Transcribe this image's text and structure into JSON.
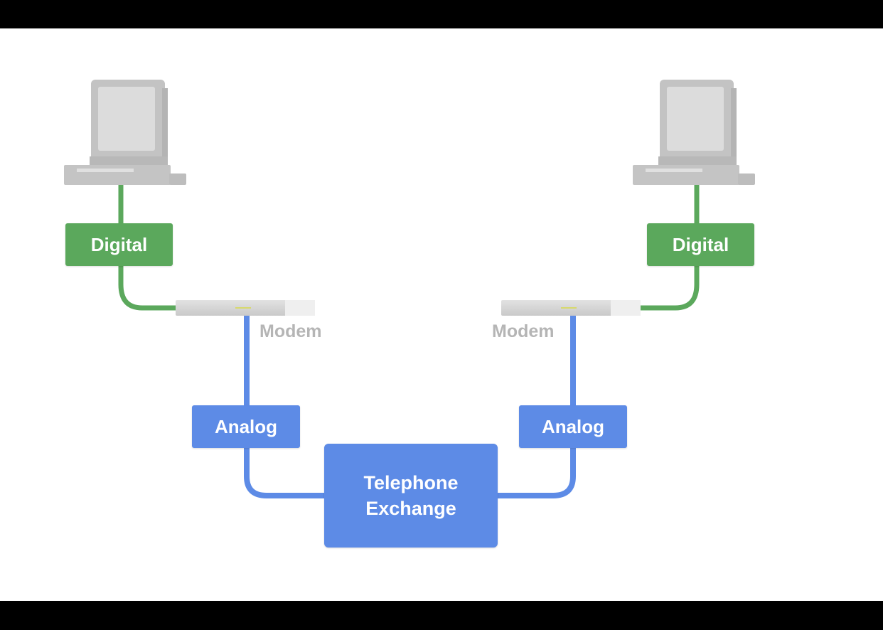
{
  "diagram": {
    "left": {
      "link_label": "Digital",
      "device_label": "Modem",
      "line_label": "Analog"
    },
    "right": {
      "link_label": "Digital",
      "device_label": "Modem",
      "line_label": "Analog"
    },
    "exchange": {
      "line1": "Telephone",
      "line2": "Exchange"
    },
    "colors": {
      "digital": "#5ba85c",
      "analog": "#5d8be6",
      "device": "#c9c9c9"
    },
    "icons": [
      "computer-icon",
      "modem-icon"
    ]
  }
}
